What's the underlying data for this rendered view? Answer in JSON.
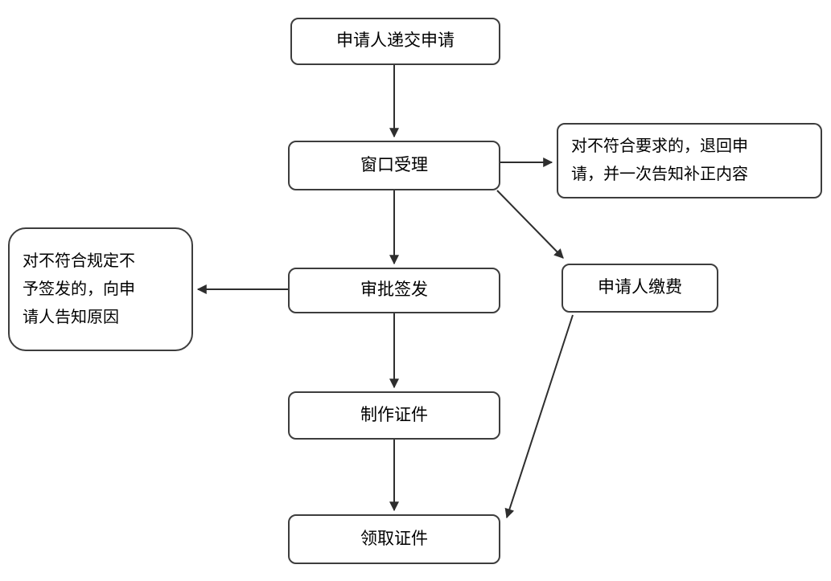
{
  "diagram": {
    "title": "certificate-application-flowchart",
    "colors": {
      "background": "#ffffff",
      "node_fill": "#ffffff",
      "node_border": "#3d3d3d",
      "arrow": "#2e2e2e",
      "text": "#000000"
    },
    "nodes": {
      "submit": {
        "label": "申请人递交申请"
      },
      "window": {
        "label": "窗口受理"
      },
      "return_note": {
        "label": "对不符合要求的，退回申\n请，并一次告知补正内容"
      },
      "reject_note": {
        "label": "对不符合规定不\n予签发的，向申\n请人告知原因"
      },
      "approve": {
        "label": "审批签发"
      },
      "pay": {
        "label": "申请人缴费"
      },
      "make": {
        "label": "制作证件"
      },
      "collect": {
        "label": "领取证件"
      }
    },
    "edges": [
      {
        "from": "submit",
        "to": "window",
        "type": "arrow"
      },
      {
        "from": "window",
        "to": "return_note",
        "type": "arrow"
      },
      {
        "from": "window",
        "to": "approve",
        "type": "arrow"
      },
      {
        "from": "window",
        "to": "pay",
        "type": "arrow"
      },
      {
        "from": "approve",
        "to": "reject_note",
        "type": "arrow"
      },
      {
        "from": "approve",
        "to": "make",
        "type": "arrow"
      },
      {
        "from": "make",
        "to": "collect",
        "type": "arrow"
      },
      {
        "from": "pay",
        "to": "collect",
        "type": "arrow"
      }
    ]
  }
}
